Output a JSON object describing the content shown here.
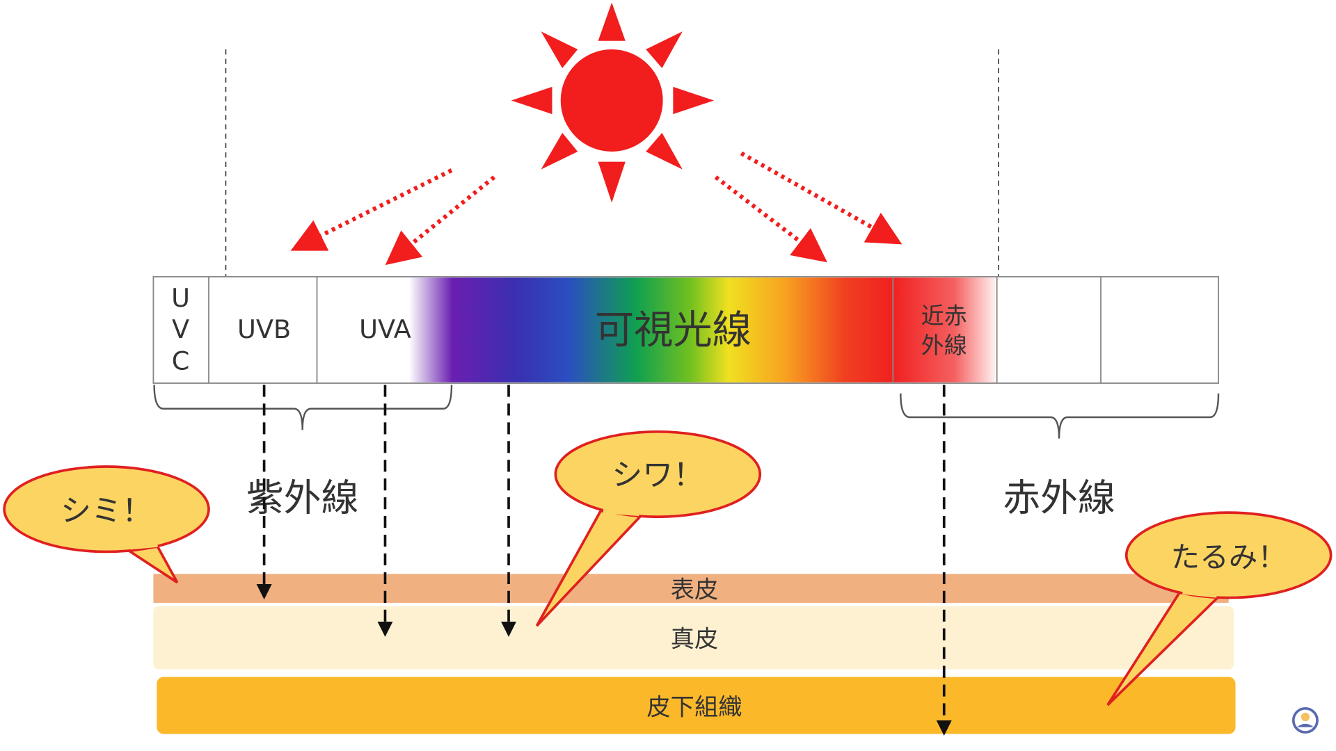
{
  "spectrum": {
    "uvc": [
      "U",
      "V",
      "C"
    ],
    "uvb": "UVB",
    "uva": "UVA",
    "visible": "可視光線",
    "near_ir": [
      "近赤",
      "外線"
    ]
  },
  "groups": {
    "ultraviolet": "紫外線",
    "infrared": "赤外線"
  },
  "skin_layers": {
    "epidermis": "表皮",
    "dermis": "真皮",
    "subcutaneous": "皮下組織"
  },
  "callouts": {
    "spots": "シミ！",
    "wrinkles": "シワ！",
    "sagging": "たるみ！"
  },
  "colors": {
    "sun": "#f21d1d",
    "callout_fill": "#fcd462",
    "callout_stroke": "#e02020",
    "epidermis": "#f0b080",
    "dermis": "#fdf1d2",
    "subcutaneous": "#fbb829"
  }
}
